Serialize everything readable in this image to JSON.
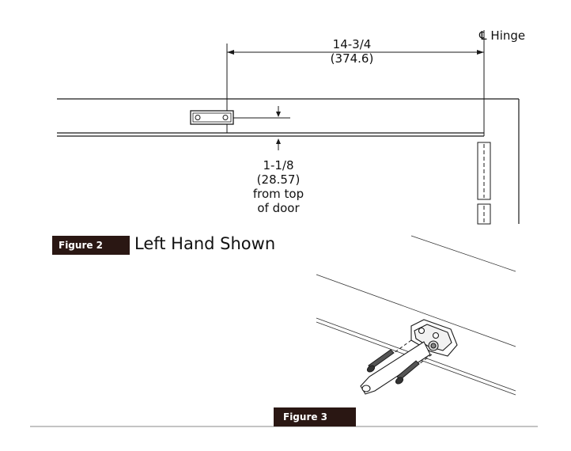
{
  "figure2": {
    "hinge_label": "Hinge",
    "hinge_symbol": "℄",
    "width_dim_imperial": "14-3/4",
    "width_dim_metric": "(374.6)",
    "offset_lines": [
      "1-1/8",
      "(28.57)",
      "from top",
      "of door"
    ],
    "badge": "Figure 2",
    "caption": "Left Hand Shown"
  },
  "figure3": {
    "badge": "Figure 3"
  },
  "colors": {
    "badge_bg": "#2a1713",
    "line": "#1a1a1a"
  }
}
